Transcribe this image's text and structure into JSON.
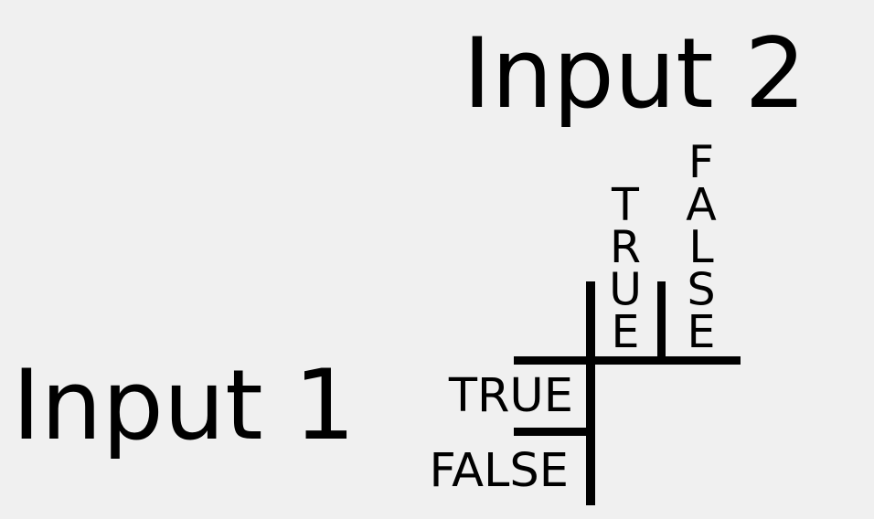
{
  "diagram": {
    "input1_title": "Input 1",
    "input2_title": "Input 2",
    "row_labels": [
      "TRUE",
      "FALSE"
    ],
    "column_labels": [
      "TRUE",
      "FALSE"
    ],
    "colors": {
      "background": "#f0f0f0",
      "ink": "#000000"
    }
  }
}
